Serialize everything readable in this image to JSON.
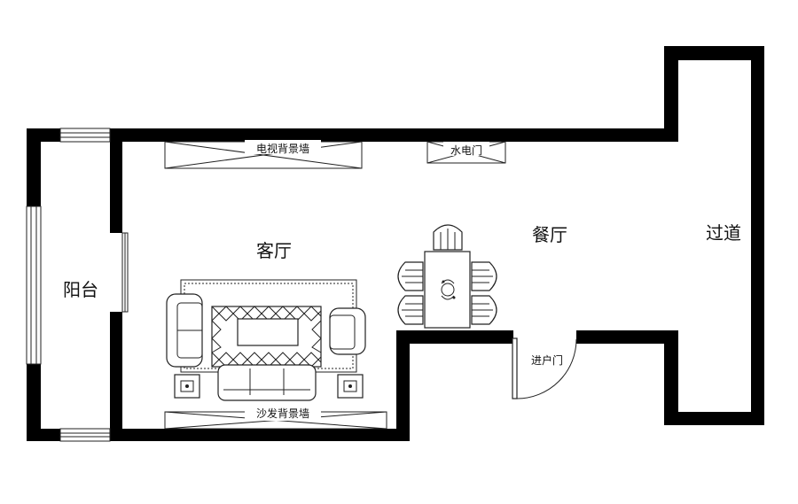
{
  "rooms": {
    "balcony": "阳台",
    "living_room": "客厅",
    "dining_room": "餐厅",
    "corridor": "过道"
  },
  "labels": {
    "tv_wall": "电视背景墙",
    "water_meter_door": "水电门",
    "sofa_wall": "沙发背景墙",
    "entry_door": "进户门"
  },
  "colors": {
    "wall": "#000000",
    "line": "#222222",
    "background": "#ffffff"
  }
}
